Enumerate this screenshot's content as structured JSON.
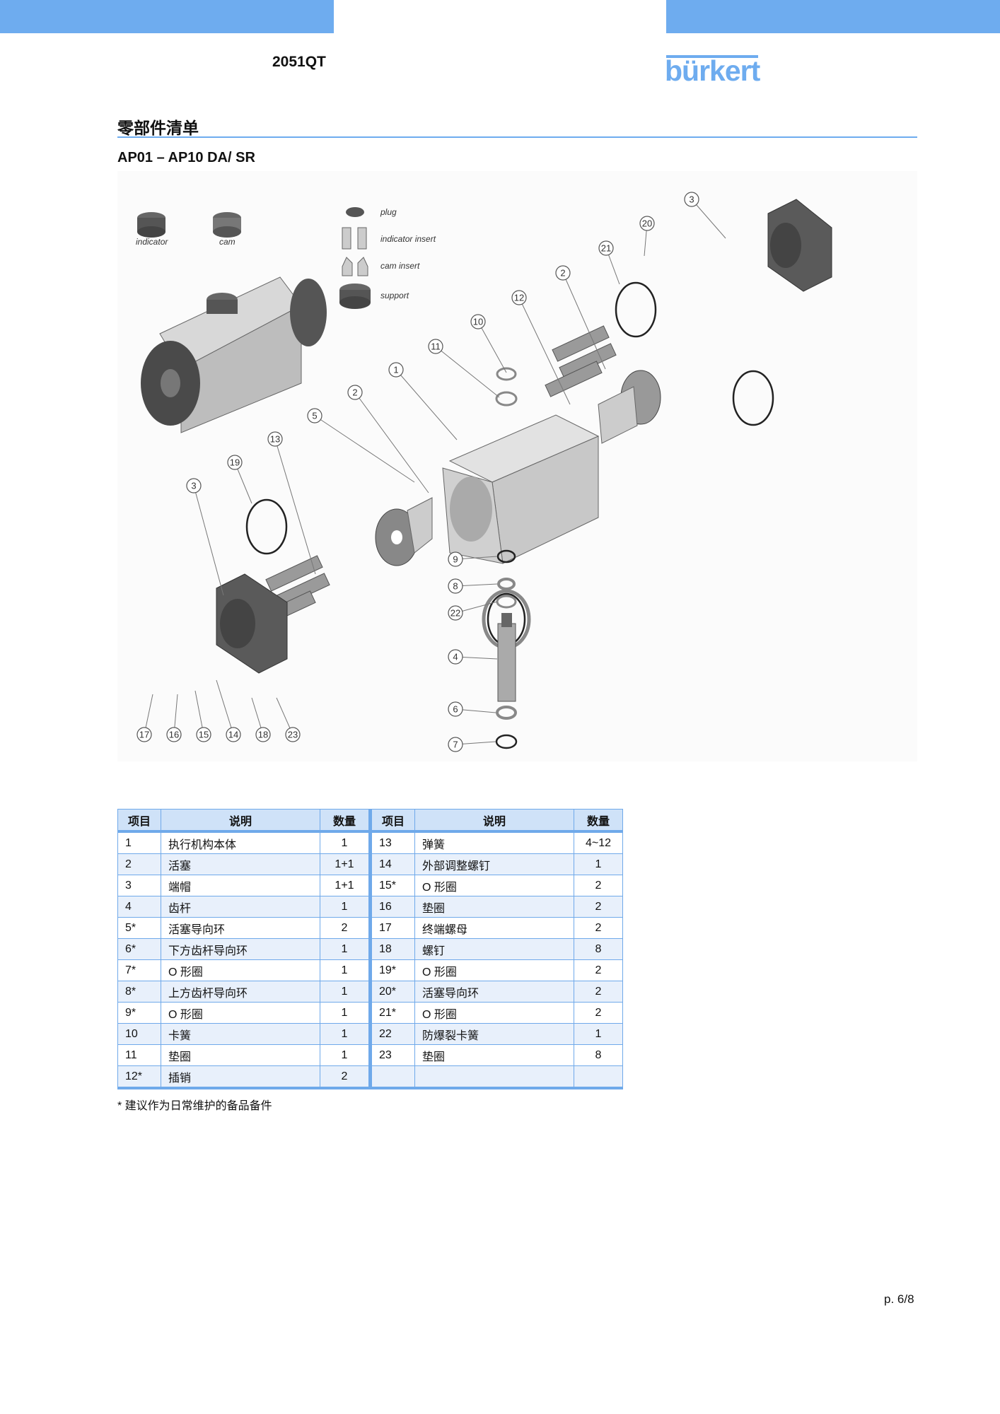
{
  "header": {
    "doc_code": "2051QT",
    "logo": "bürkert",
    "brand_color": "#6eacef"
  },
  "section_title": "零部件清单",
  "subtitle": "AP01 – AP10 DA/ SR",
  "diagram": {
    "labels": {
      "indicator": "indicator",
      "cam": "cam",
      "plug": "plug",
      "indicator_insert": "indicator insert",
      "cam_insert": "cam insert",
      "support": "support"
    },
    "callouts": [
      "3",
      "20",
      "21",
      "2",
      "12",
      "10",
      "11",
      "1",
      "2",
      "5",
      "13",
      "19",
      "3",
      "9",
      "8",
      "22",
      "4",
      "6",
      "7",
      "17",
      "16",
      "15",
      "14",
      "18",
      "23"
    ]
  },
  "table": {
    "headers": [
      "项目",
      "说明",
      "数量",
      "项目",
      "说明",
      "数量"
    ],
    "rows": [
      [
        "1",
        "执行机构本体",
        "1",
        "13",
        "弹簧",
        "4~12"
      ],
      [
        "2",
        "活塞",
        "1+1",
        "14",
        "外部调整螺钉",
        "1"
      ],
      [
        "3",
        "端帽",
        "1+1",
        "15*",
        "O 形圈",
        "2"
      ],
      [
        "4",
        "齿杆",
        "1",
        "16",
        "垫圈",
        "2"
      ],
      [
        "5*",
        "活塞导向环",
        "2",
        "17",
        "终端螺母",
        "2"
      ],
      [
        "6*",
        "下方齿杆导向环",
        "1",
        "18",
        "螺钉",
        "8"
      ],
      [
        "7*",
        "O 形圈",
        "1",
        "19*",
        "O 形圈",
        "2"
      ],
      [
        "8*",
        "上方齿杆导向环",
        "1",
        "20*",
        "活塞导向环",
        "2"
      ],
      [
        "9*",
        "O 形圈",
        "1",
        "21*",
        "O 形圈",
        "2"
      ],
      [
        "10",
        "卡簧",
        "1",
        "22",
        "防爆裂卡簧",
        "1"
      ],
      [
        "11",
        "垫圈",
        "1",
        "23",
        "垫圈",
        "8"
      ],
      [
        "12*",
        "插销",
        "2",
        "",
        "",
        ""
      ]
    ]
  },
  "footnote": "* 建议作为日常维护的备品备件",
  "page_number": "p. 6/8"
}
